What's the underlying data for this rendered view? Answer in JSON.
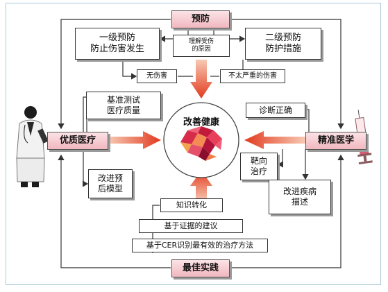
{
  "nodes": {
    "prevention": "预防",
    "best_practice": "最佳实践",
    "quality_care": "优质医疗",
    "precision_medicine": "精准医学",
    "center": "改善健康",
    "primary_prevention": "一级预防\n防止伤害发生",
    "secondary_prevention": "二级预防\n防护措施",
    "understand_causes": "理解受伤\n的原因",
    "no_harm": "无伤害",
    "less_serious_harm": "不太严重的伤害",
    "benchmark_quality": "基准测试\n医疗质量",
    "improve_prognosis": "改进预\n后模型",
    "diagnose_correctly": "诊断正确",
    "targeted_therapy": "靶向\n治疗",
    "improve_disease": "改进疾病\n描述",
    "knowledge_translation": "知识转化",
    "evidence_based": "基于证据的建议",
    "cer_identify": "基于CER识别最有效的治疗方法"
  },
  "colors": {
    "node_fill_top": "#fbe3e6",
    "node_fill_bottom": "#f1b7bf",
    "arrow_light": "#f4b89a",
    "arrow_dark": "#e23a1e",
    "frame_border": "#a9c9d9"
  },
  "icons": [
    "doctor-icon",
    "syringe-icon",
    "brain-icon"
  ]
}
